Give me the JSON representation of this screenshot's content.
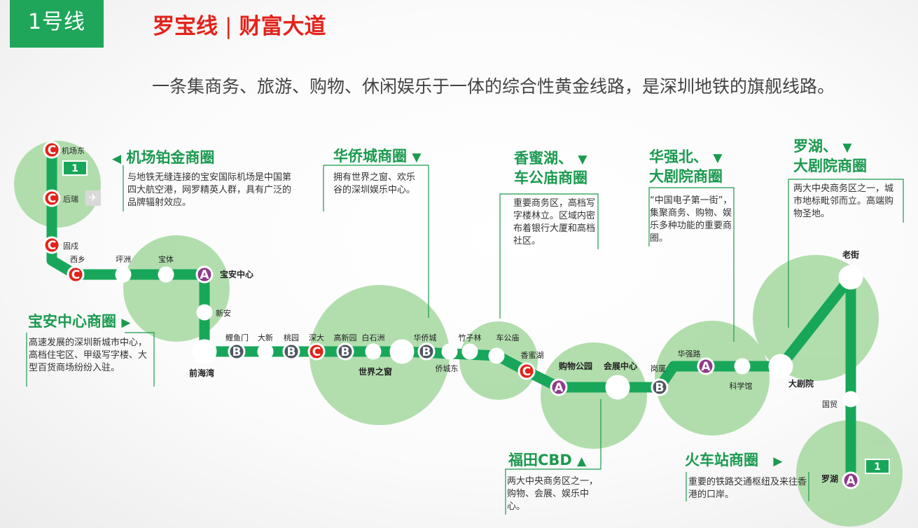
{
  "header": {
    "line_badge": "1号线",
    "name": "罗宝线",
    "separator": "|",
    "alias": "财富大道",
    "tagline": "一条集商务、旅游、购物、休闲娱乐于一体的综合性黄金线路，是深圳地铁的旗舰线路。"
  },
  "colors": {
    "line_green": "#18a75a",
    "zone_green": "#a5d8a0",
    "accent_red": "#e3231c",
    "transfer_red": "#e2231a",
    "transfer_purple": "#8e3a8b",
    "transfer_gray": "#4d5560"
  },
  "terminal_badges": {
    "west": "1",
    "east": "1"
  },
  "airport_icon": "airplane-icon",
  "stations": [
    {
      "id": "jichangdong",
      "name": "机场东",
      "type": "C"
    },
    {
      "id": "hourui",
      "name": "后瑞",
      "type": "C"
    },
    {
      "id": "gushu",
      "name": "固戍",
      "type": "C"
    },
    {
      "id": "xixiang",
      "name": "西乡",
      "type": "C"
    },
    {
      "id": "pingzhou",
      "name": "坪洲",
      "type": "normal"
    },
    {
      "id": "baoti",
      "name": "宝体",
      "type": "normal"
    },
    {
      "id": "baoanzhongxin",
      "name": "宝安中心",
      "type": "A"
    },
    {
      "id": "xinan",
      "name": "新安",
      "type": "normal"
    },
    {
      "id": "qianhaiwan",
      "name": "前海湾",
      "type": "major"
    },
    {
      "id": "liyumen",
      "name": "鲤鱼门",
      "type": "B"
    },
    {
      "id": "daxin",
      "name": "大新",
      "type": "normal"
    },
    {
      "id": "taoyuan",
      "name": "桃园",
      "type": "B"
    },
    {
      "id": "shenda",
      "name": "深大",
      "type": "C"
    },
    {
      "id": "gaoxinyuan",
      "name": "高新园",
      "type": "B"
    },
    {
      "id": "baishizhou",
      "name": "白石洲",
      "type": "normal"
    },
    {
      "id": "shijiezhichuang",
      "name": "世界之窗",
      "type": "major"
    },
    {
      "id": "huaqiaocheng",
      "name": "华侨城",
      "type": "B"
    },
    {
      "id": "qiaochengdong",
      "name": "侨城东",
      "type": "normal"
    },
    {
      "id": "zhuzilin",
      "name": "竹子林",
      "type": "normal"
    },
    {
      "id": "chegongmiao",
      "name": "车公庙",
      "type": "normal"
    },
    {
      "id": "xiangmihu",
      "name": "香蜜湖",
      "type": "C"
    },
    {
      "id": "gouwugongyuan",
      "name": "购物公园",
      "type": "A"
    },
    {
      "id": "huizhanzhongxin",
      "name": "会展中心",
      "type": "major"
    },
    {
      "id": "gangxia",
      "name": "岗厦",
      "type": "B"
    },
    {
      "id": "huaqianglu",
      "name": "华强路",
      "type": "A"
    },
    {
      "id": "kexueguan",
      "name": "科学馆",
      "type": "normal"
    },
    {
      "id": "dajuyuan",
      "name": "大剧院",
      "type": "major"
    },
    {
      "id": "laojie",
      "name": "老街",
      "type": "major"
    },
    {
      "id": "guomao",
      "name": "国贸",
      "type": "normal"
    },
    {
      "id": "luohu",
      "name": "罗湖",
      "type": "A"
    }
  ],
  "zones": [
    {
      "id": "airport",
      "title": "机场铂金商圈",
      "arrow": "◀",
      "desc": "与地铁无缝连接的宝安国际机场是中国第四大航空港，网罗精英人群，具有广泛的品牌辐射效应。"
    },
    {
      "id": "baoan",
      "title": "宝安中心商圈",
      "arrow": "▶",
      "desc": "高速发展的深圳新城市中心，高档住宅区、甲级写字楼、大型百货商场纷纷入驻。"
    },
    {
      "id": "huaqiaocheng",
      "title": "华侨城商圈",
      "arrow": "▼",
      "desc": "拥有世界之窗、欢乐谷的深圳娱乐中心。"
    },
    {
      "id": "xiangmihu",
      "title_line1": "香蜜湖、",
      "title_line2": "车公庙商圈",
      "arrow": "▼",
      "desc": "重要商务区，高档写字楼林立。区域内密布着银行大厦和高档社区。"
    },
    {
      "id": "futian",
      "title": "福田CBD",
      "arrow": "▲",
      "desc": "两大中央商务区之一，购物、会展、娱乐中心。"
    },
    {
      "id": "huaqiangbei",
      "title_line1": "华强北、",
      "title_line2": "大剧院商圈",
      "arrow": "▼",
      "desc": "“中国电子第一街”，集聚商务、购物、娱乐多种功能的重要商圈。"
    },
    {
      "id": "luohu",
      "title_line1": "罗湖、",
      "title_line2": "大剧院商圈",
      "arrow": "▼",
      "desc": "两大中央商务区之一，城市地标毗邻而立。高端购物圣地。"
    },
    {
      "id": "railway",
      "title": "火车站商圈",
      "arrow": "▶",
      "desc": "重要的铁路交通枢纽及来往香港的口岸。"
    }
  ]
}
